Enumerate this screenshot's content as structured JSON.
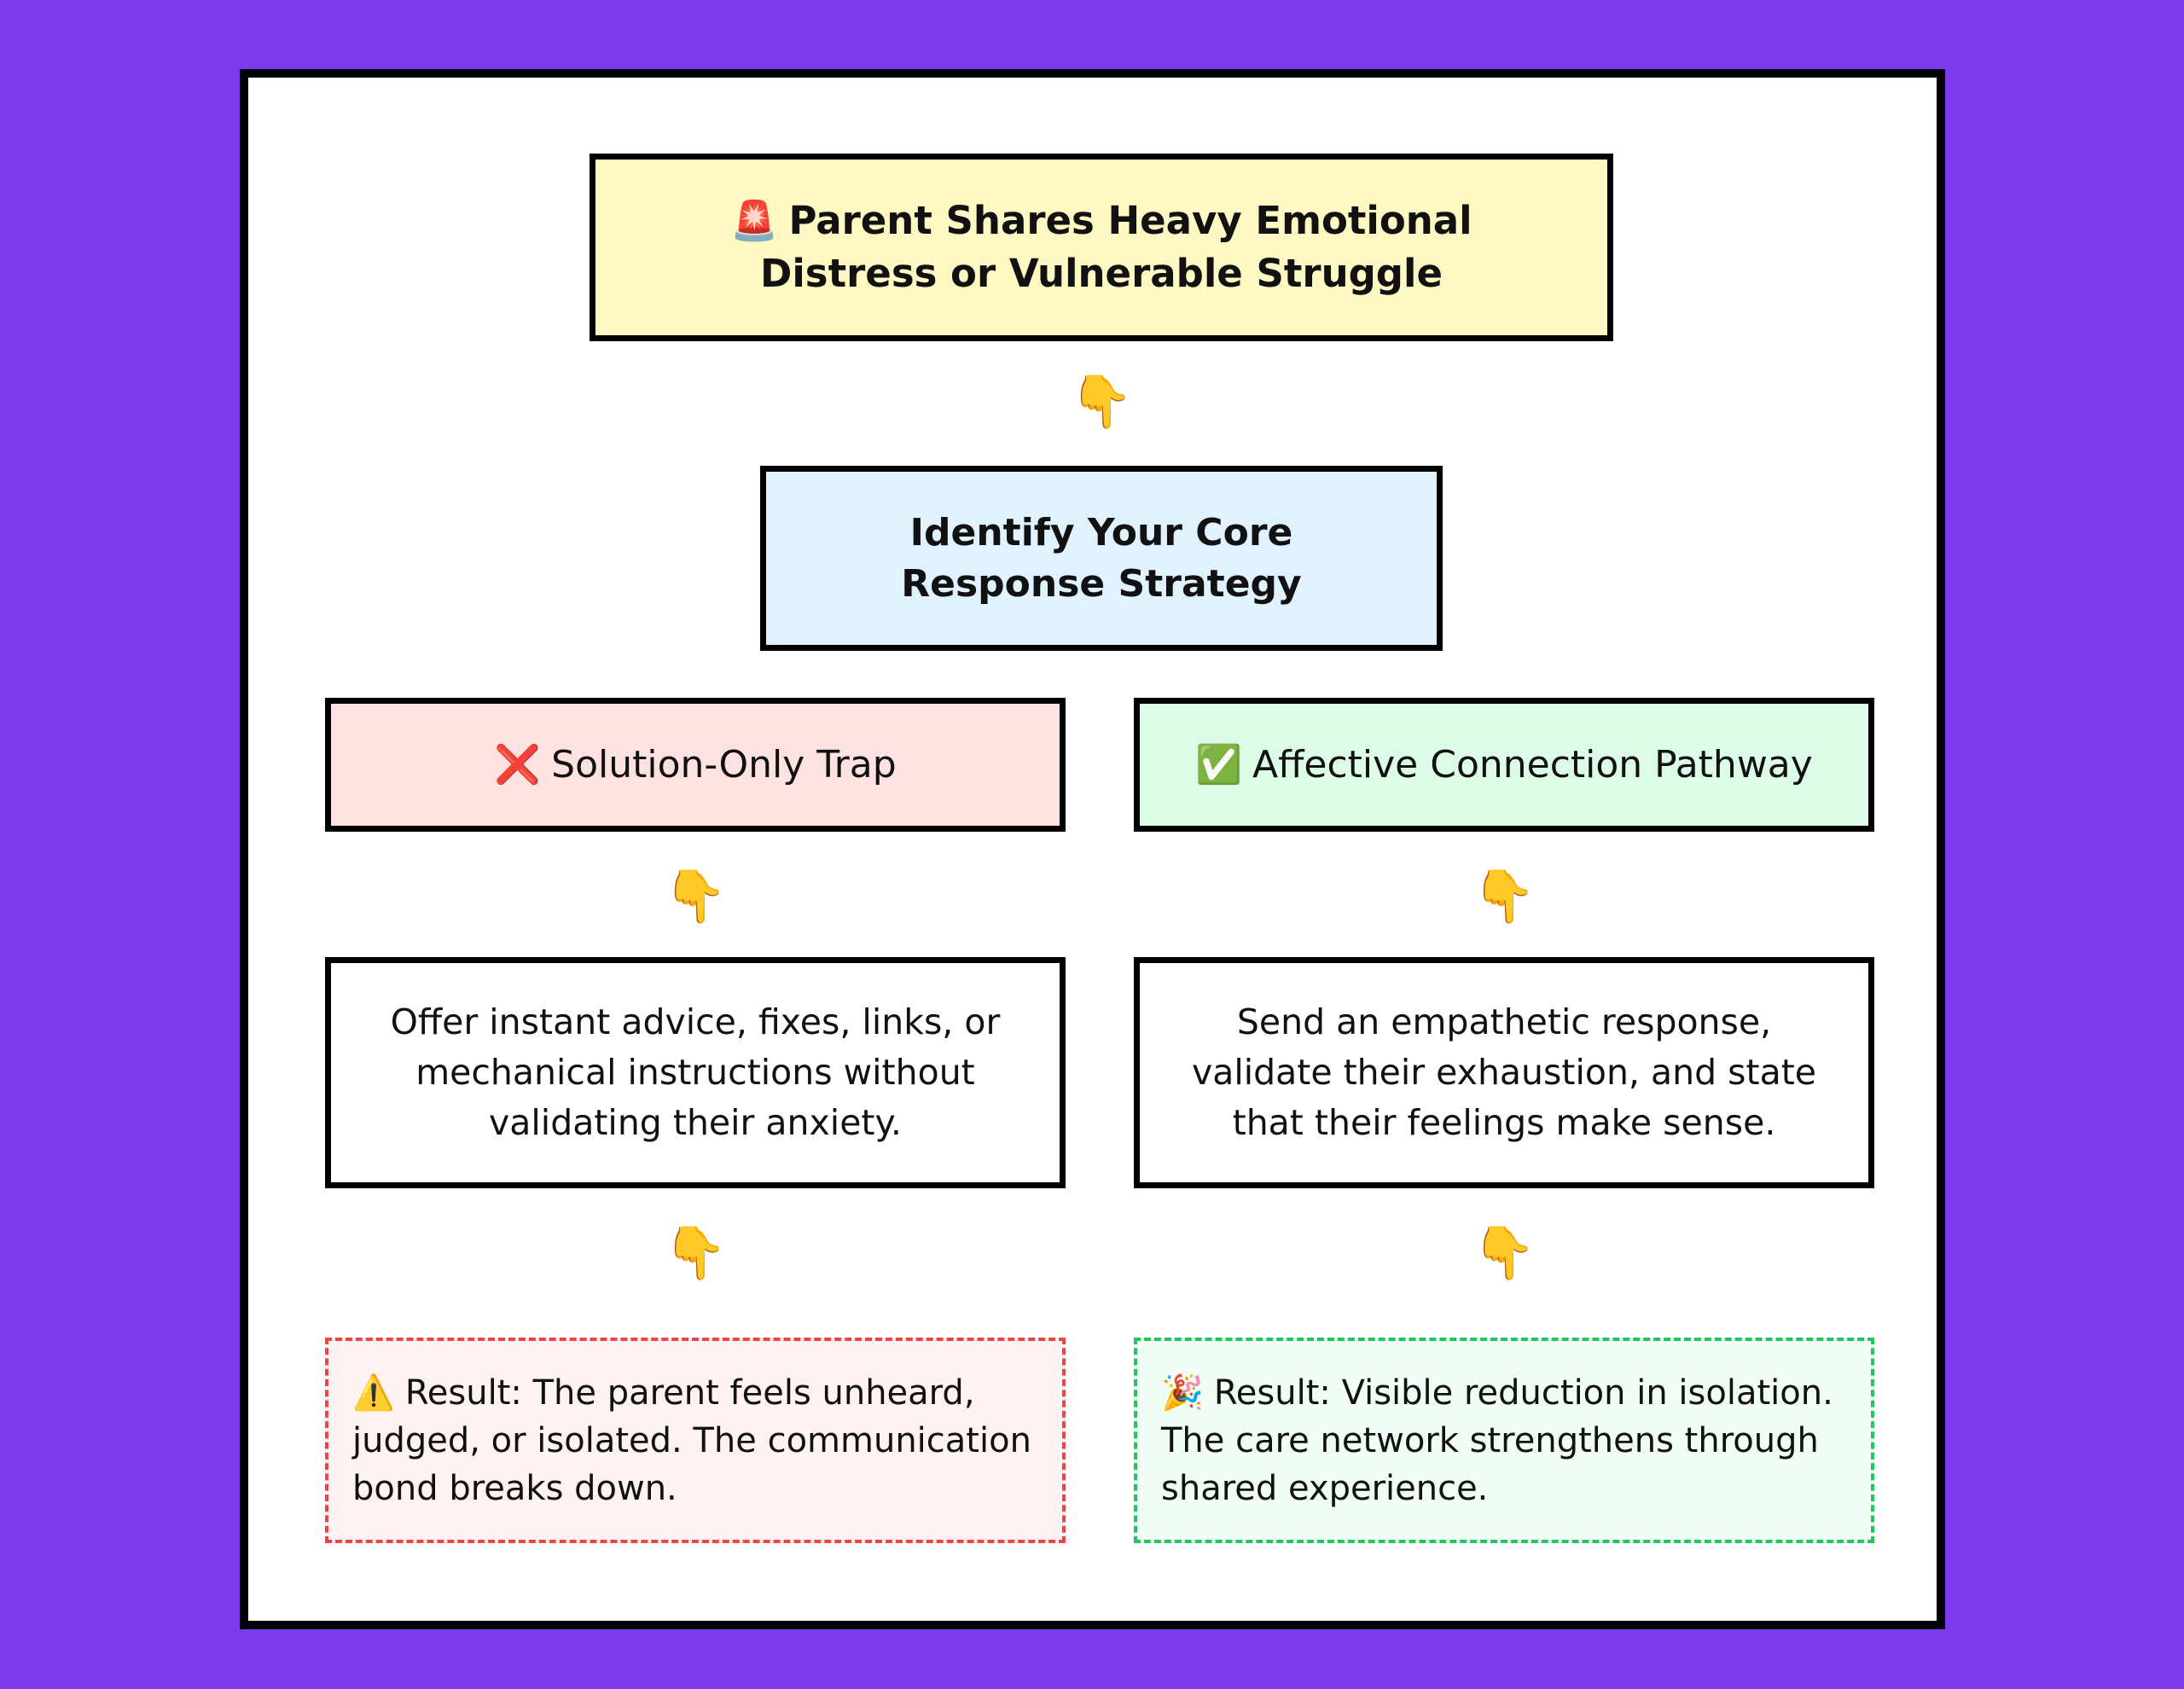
{
  "colors": {
    "background": "#7c3aed",
    "top_fill": "#fef9c3",
    "strategy_fill": "#e0f2fe",
    "trap_fill": "#fee2e2",
    "connection_fill": "#dcfce7",
    "trap_result_fill": "#fef2f2",
    "trap_result_border": "#ef4444",
    "connection_result_fill": "#f0fdf4",
    "connection_result_border": "#22c55e"
  },
  "diagram": {
    "top": {
      "icon": "rotating-light-icon",
      "glyph": "🚨",
      "text": "Parent Shares Heavy Emotional Distress or Vulnerable Struggle"
    },
    "strategy": {
      "text": "Identify Your Core Response Strategy"
    },
    "pointer_glyph": "👇",
    "left": {
      "label": {
        "icon": "cross-mark-icon",
        "glyph": "❌",
        "text": "Solution-Only Trap"
      },
      "action": "Offer instant advice, fixes, links, or mechanical instructions without validating their anxiety.",
      "result": {
        "icon": "warning-icon",
        "glyph": "⚠️",
        "text": "Result: The parent feels unheard, judged, or isolated. The communication bond breaks down."
      }
    },
    "right": {
      "label": {
        "icon": "check-mark-icon",
        "glyph": "✅",
        "text": "Affective Connection Pathway"
      },
      "action": "Send an empathetic response, validate their exhaustion, and state that their feelings make sense.",
      "result": {
        "icon": "party-popper-icon",
        "glyph": "🎉",
        "text": "Result: Visible reduction in isolation. The care network strengthens through shared experience."
      }
    }
  }
}
